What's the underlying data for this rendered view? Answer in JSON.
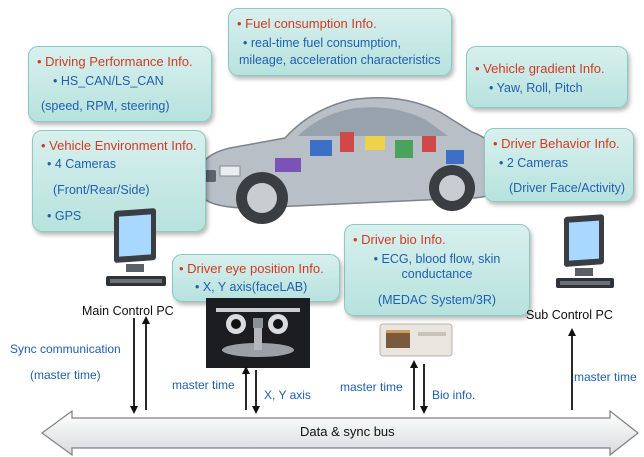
{
  "boxes": {
    "driving_performance": {
      "title": "• Driving Performance Info.",
      "lines": [
        "• HS_CAN/LS_CAN",
        "(speed, RPM, steering)"
      ]
    },
    "fuel_consumption": {
      "title": "• Fuel consumption Info.",
      "lines": [
        "• real-time fuel consumption,",
        "mileage, acceleration characteristics"
      ]
    },
    "vehicle_gradient": {
      "title": "• Vehicle gradient Info.",
      "lines": [
        "• Yaw, Roll, Pitch"
      ]
    },
    "vehicle_environment": {
      "title": "• Vehicle Environment Info.",
      "lines": [
        "• 4 Cameras",
        "(Front/Rear/Side)",
        "• GPS"
      ]
    },
    "driver_behavior": {
      "title": "• Driver Behavior Info.",
      "lines": [
        "• 2 Cameras",
        "(Driver Face/Activity)"
      ]
    },
    "driver_bio": {
      "title": "• Driver bio Info.",
      "lines": [
        "• ECG, blood flow, skin",
        "conductance",
        "(MEDAC System/3R)"
      ]
    },
    "driver_eye": {
      "title": "• Driver eye position Info.",
      "lines": [
        "• X, Y axis(faceLAB)"
      ]
    }
  },
  "labels": {
    "main_pc": "Main Control PC",
    "sub_pc": "Sub Control PC",
    "sync_comm": "Sync communication",
    "sync_comm_sub": "(master time)",
    "master_time_eye": "master time",
    "xy_axis": "X, Y axis",
    "master_time_bio": "master time",
    "bio_info": "Bio info.",
    "master_time_sub": "master time",
    "bus": "Data & sync bus"
  },
  "colors": {
    "box_title": "#d23a22",
    "box_text": "#1f5fb0",
    "box_fill": "#c6e8e4",
    "label_blue": "#1f5fb0"
  }
}
